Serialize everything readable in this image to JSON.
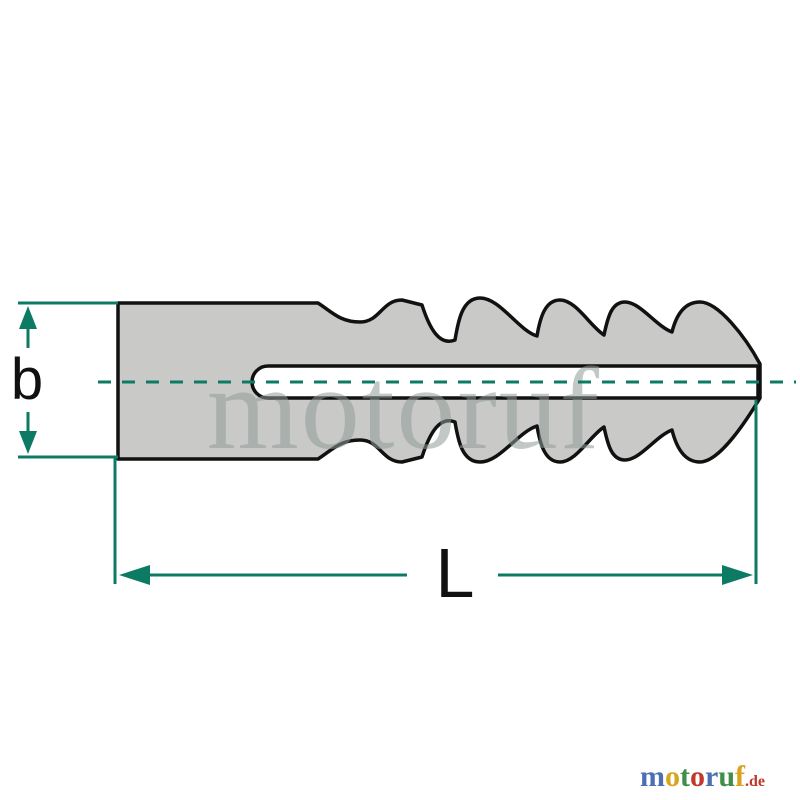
{
  "colors": {
    "dimension": "#0d7a63",
    "body_fill": "#c9c9c7",
    "outline": "#111111",
    "slot_fill": "#ffffff",
    "watermark": "#8e9a98"
  },
  "labels": {
    "width": "b",
    "length": "L"
  },
  "watermark": {
    "text": "motoruf"
  },
  "brand": {
    "letters": [
      {
        "char": "m",
        "color": "#4a6fb5"
      },
      {
        "char": "o",
        "color": "#d9a520"
      },
      {
        "char": "t",
        "color": "#3f8f4a"
      },
      {
        "char": "o",
        "color": "#c0392b"
      },
      {
        "char": "r",
        "color": "#4a6fb5"
      },
      {
        "char": "u",
        "color": "#3f8f4a"
      },
      {
        "char": "f",
        "color": "#d9a520"
      }
    ],
    "suffix": ".de",
    "suffix_color": "#c0392b"
  }
}
